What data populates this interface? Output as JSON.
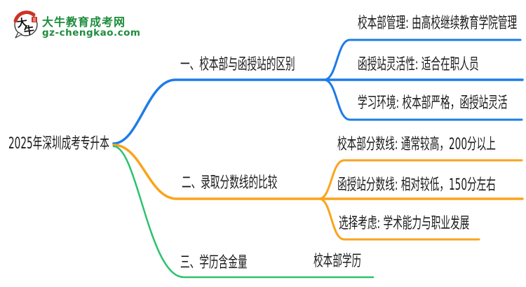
{
  "brand": {
    "name": "大牛教育成考网",
    "domain": "gz-chengkao.com",
    "logo_char_top": "大",
    "logo_char_bottom": "牛",
    "text_color": "#1e8c3c",
    "logo_red": "#cc3326"
  },
  "mindmap": {
    "root": "2025年深圳成考专升本",
    "text_color": "#1b1b1b",
    "branches": [
      {
        "label": "一、校本部与函授站的区别",
        "color": "#1d7ce8",
        "children": [
          "校本部管理: 由高校继续教育学院管理",
          "函授站灵活性: 适合在职人员",
          "学习环境: 校本部严格，函授站灵活"
        ]
      },
      {
        "label": "二、录取分数线的比较",
        "color": "#faa41c",
        "children": [
          "校本部分数线: 通常较高，200分以上",
          "函授站分数线: 相对较低，150分左右",
          "选择考虑: 学术能力与职业发展"
        ]
      },
      {
        "label": "三、学历含金量",
        "color": "#2cc26d",
        "children": [
          "校本部学历"
        ]
      }
    ]
  }
}
